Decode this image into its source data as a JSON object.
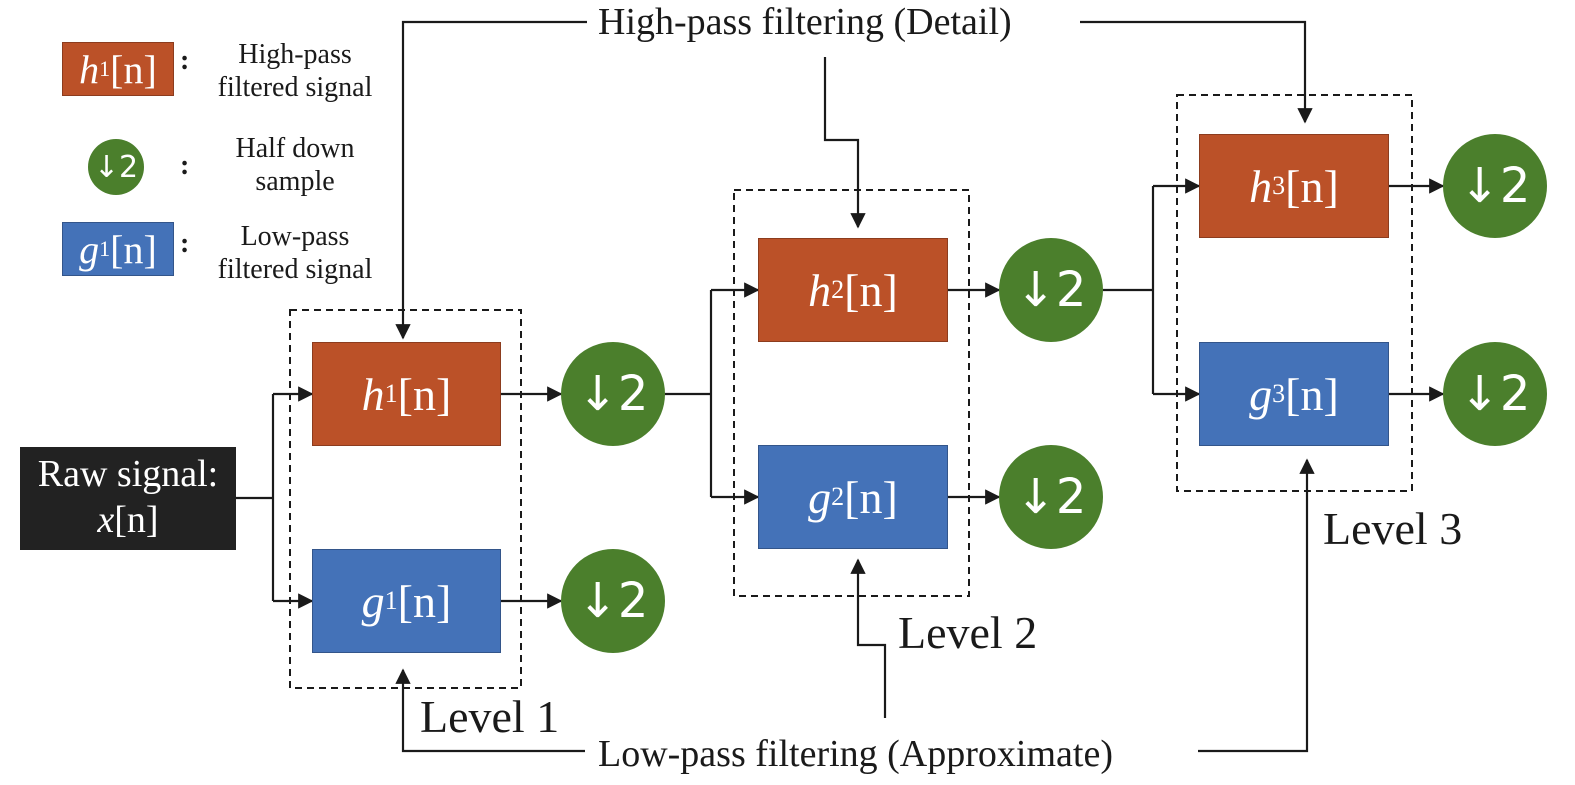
{
  "legend": {
    "high_pass": {
      "symbol": "h",
      "sub": "1",
      "arg": "[n]",
      "text_line1": "High-pass",
      "text_line2": "filtered signal"
    },
    "down_sample": {
      "symbol": "↓2",
      "text_line1": "Half down",
      "text_line2": "sample"
    },
    "low_pass": {
      "symbol": "g",
      "sub": "1",
      "arg": "[n]",
      "text_line1": "Low-pass",
      "text_line2": "filtered signal"
    },
    "separator": ":"
  },
  "raw_signal": {
    "line1": "Raw signal:",
    "var": "x",
    "arg": "[n]"
  },
  "titles": {
    "high_pass": "High-pass filtering (Detail)",
    "low_pass": "Low-pass filtering (Approximate)"
  },
  "levels": [
    {
      "label": "Level 1",
      "high": {
        "symbol": "h",
        "sub": "1",
        "arg": "[n]"
      },
      "low": {
        "symbol": "g",
        "sub": "1",
        "arg": "[n]"
      }
    },
    {
      "label": "Level 2",
      "high": {
        "symbol": "h",
        "sub": "2",
        "arg": "[n]"
      },
      "low": {
        "symbol": "g",
        "sub": "2",
        "arg": "[n]"
      }
    },
    {
      "label": "Level 3",
      "high": {
        "symbol": "h",
        "sub": "3",
        "arg": "[n]"
      },
      "low": {
        "symbol": "g",
        "sub": "3",
        "arg": "[n]"
      }
    }
  ],
  "downsample_label": "↓2",
  "colors": {
    "high_pass": "#bb5128",
    "low_pass": "#4472b8",
    "downsample": "#4b7f2c",
    "raw_signal": "#222222"
  }
}
